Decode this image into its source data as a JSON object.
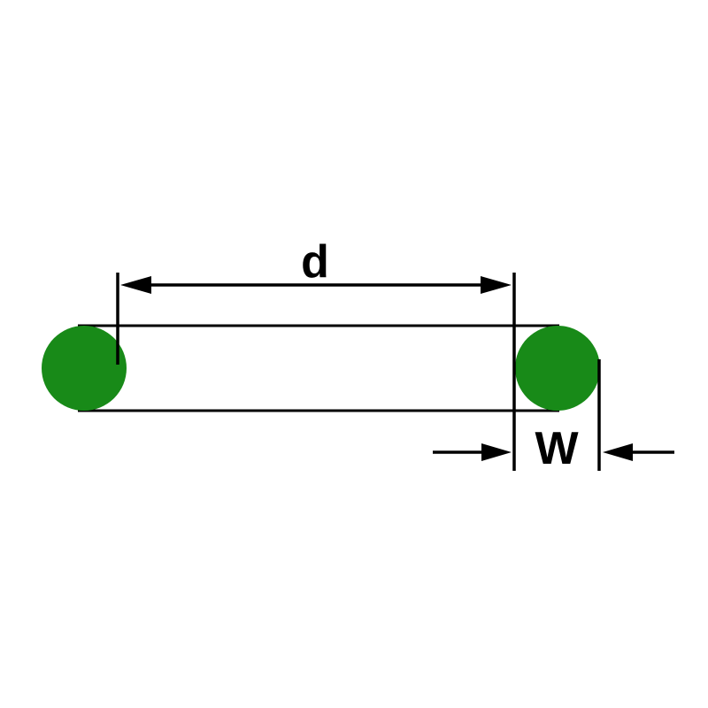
{
  "diagram": {
    "type": "o-ring-dimension-drawing",
    "labels": {
      "inner_diameter": "d",
      "cross_section_width": "W"
    },
    "colors": {
      "ring": "#188a18",
      "line": "#000000",
      "background": "#ffffff"
    }
  }
}
